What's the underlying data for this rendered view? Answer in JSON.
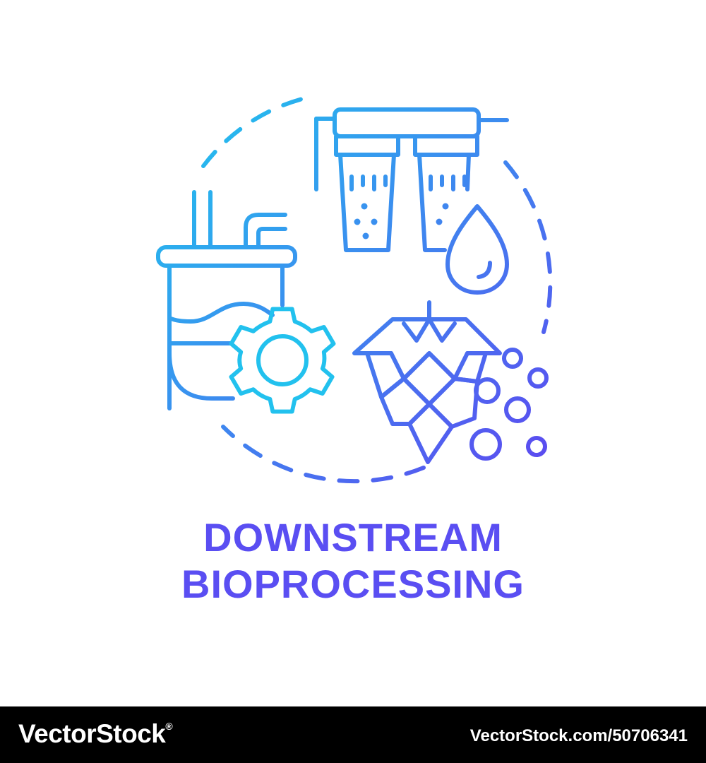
{
  "colors": {
    "gradient_start": "#22c1ee",
    "gradient_end": "#5b4cf0",
    "title_color": "#5a4ef2",
    "footer_background": "#000000",
    "footer_text": "#ffffff"
  },
  "icons": {
    "main": "downstream-bioprocessing-icon",
    "bioreactor": "bioreactor-tank-icon",
    "gear": "gear-icon",
    "filter": "water-filter-icon",
    "drop": "water-drop-icon",
    "hop": "hop-cone-icon",
    "bubbles": "bubbles-icon"
  },
  "title": {
    "line1": "DOWNSTREAM",
    "line2": "BIOPROCESSING"
  },
  "footer": {
    "brand": "VectorStock",
    "registered": "®",
    "id_text": "VectorStock.com/50706341"
  }
}
